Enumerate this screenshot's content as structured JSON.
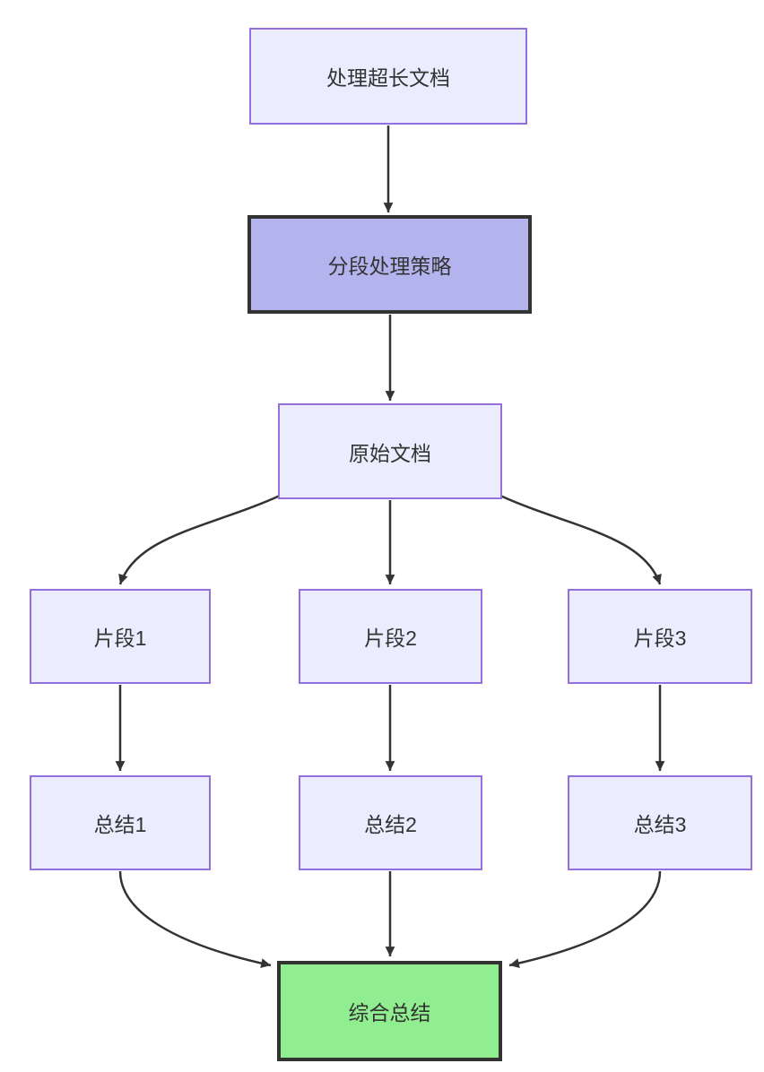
{
  "diagram": {
    "type": "flowchart",
    "direction": "top-down",
    "nodes": {
      "root": {
        "label": "处理超长文档",
        "style": "default"
      },
      "strategy": {
        "label": "分段处理策略",
        "style": "emphasis"
      },
      "source": {
        "label": "原始文档",
        "style": "default"
      },
      "chunk1": {
        "label": "片段1",
        "style": "default"
      },
      "chunk2": {
        "label": "片段2",
        "style": "default"
      },
      "chunk3": {
        "label": "片段3",
        "style": "default"
      },
      "summary1": {
        "label": "总结1",
        "style": "default"
      },
      "summary2": {
        "label": "总结2",
        "style": "default"
      },
      "summary3": {
        "label": "总结3",
        "style": "default"
      },
      "final": {
        "label": "综合总结",
        "style": "result"
      }
    },
    "edges": [
      {
        "from": "处理超长文档",
        "to": "分段处理策略"
      },
      {
        "from": "分段处理策略",
        "to": "原始文档"
      },
      {
        "from": "原始文档",
        "to": "片段1"
      },
      {
        "from": "原始文档",
        "to": "片段2"
      },
      {
        "from": "原始文档",
        "to": "片段3"
      },
      {
        "from": "片段1",
        "to": "总结1"
      },
      {
        "from": "片段2",
        "to": "总结2"
      },
      {
        "from": "片段3",
        "to": "总结3"
      },
      {
        "from": "总结1",
        "to": "综合总结"
      },
      {
        "from": "总结2",
        "to": "综合总结"
      },
      {
        "from": "总结3",
        "to": "综合总结"
      }
    ],
    "colors": {
      "node_fill": "#ECECFF",
      "node_border": "#9370DB",
      "emphasis_fill": "#B3B3EE",
      "emphasis_border": "#333333",
      "result_fill": "#90EE90",
      "result_border": "#333333",
      "edge": "#333333",
      "text": "#333333",
      "background": "#FFFFFF"
    }
  }
}
